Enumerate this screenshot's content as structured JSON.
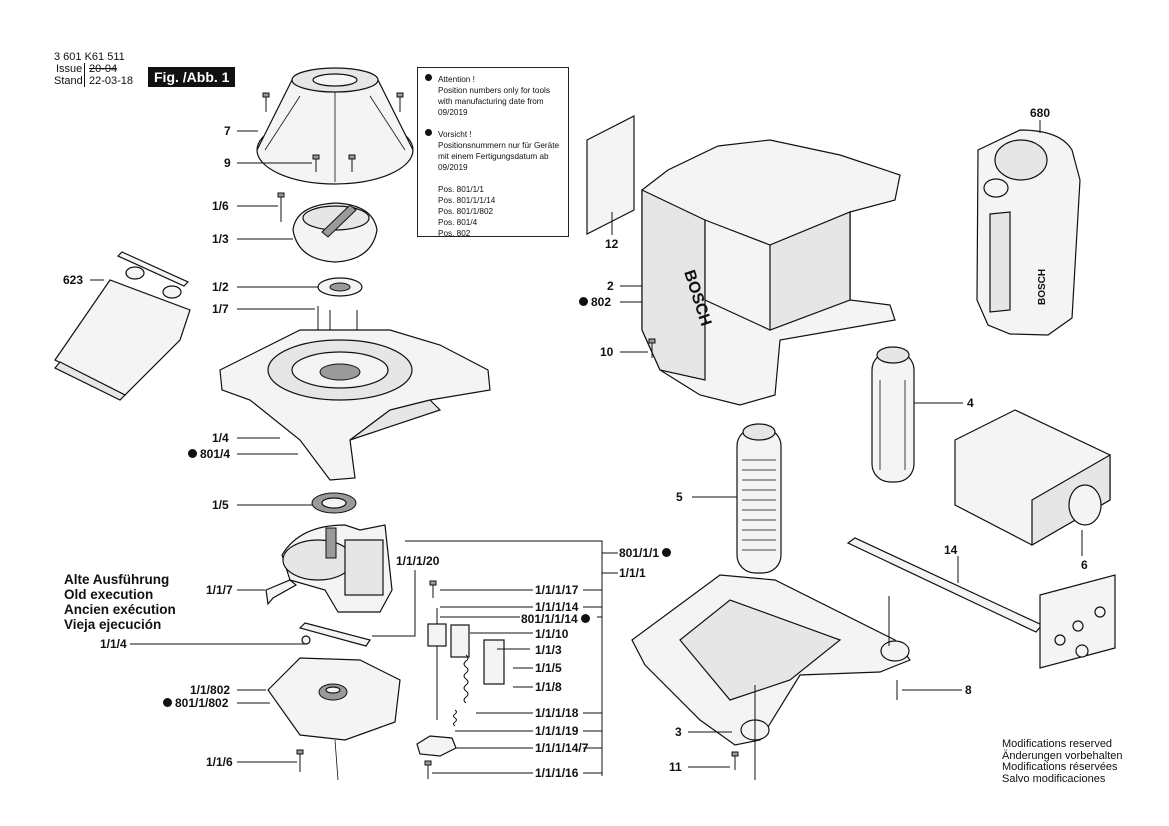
{
  "header": {
    "part_number": "3 601 K61 511",
    "issue_label": "Issue",
    "issue_value": "20-04",
    "stand_label": "Stand",
    "stand_value": "22-03-18",
    "figure_label": "Fig. /Abb. 1"
  },
  "notice": {
    "attention_title": "Attention !",
    "attention_body": [
      "Position numbers only for tools",
      "with manufacturing date from",
      "09/2019"
    ],
    "vorsicht_title": "Vorsicht !",
    "vorsicht_body": [
      "Positionsnummern nur für Geräte",
      "mit einem Fertigungsdatum ab",
      "09/2019"
    ],
    "positions": [
      "Pos. 801/1/1",
      "Pos. 801/1/1/14",
      "Pos. 801/1/802",
      "Pos. 801/4",
      "Pos. 802"
    ]
  },
  "old_execution": [
    "Alte Ausführung",
    "Old execution",
    "Ancien exécution",
    "Vieja ejecución"
  ],
  "modifications": [
    "Modifications reserved",
    "Änderungen vorbehalten",
    "Modifications réservées",
    "Salvo modificaciones"
  ],
  "brand_text": "BOSCH",
  "callouts": {
    "c7": "7",
    "c9": "9",
    "c1_6": "1/6",
    "c1_3": "1/3",
    "c623": "623",
    "c1_2": "1/2",
    "c1_7": "1/7",
    "c1_4": "1/4",
    "c801_4": "801/4",
    "c1_5": "1/5",
    "c1_1_7": "1/1/7",
    "c1_1_4": "1/1/4",
    "c1_1_802": "1/1/802",
    "c801_1_802": "801/1/802",
    "c1_1_6": "1/1/6",
    "c1_1_1_20": "1/1/1/20",
    "c801_1_1": "801/1/1",
    "c1_1_1": "1/1/1",
    "c1_1_1_17": "1/1/1/17",
    "c1_1_1_14": "1/1/1/14",
    "c801_1_1_14": "801/1/1/14",
    "c1_1_10": "1/1/10",
    "cr1_1_3": "1/1/3",
    "cr1_1_5": "1/1/5",
    "cr1_1_8": "1/1/8",
    "c1_1_1_18": "1/1/1/18",
    "c1_1_1_19": "1/1/1/19",
    "c1_1_1_14_7": "1/1/1/14/7",
    "c1_1_1_16": "1/1/1/16",
    "c12": "12",
    "c2": "2",
    "c802": "802",
    "c10": "10",
    "c680": "680",
    "c4": "4",
    "c5": "5",
    "c14": "14",
    "c6": "6",
    "c8": "8",
    "c3": "3",
    "c11": "11"
  }
}
